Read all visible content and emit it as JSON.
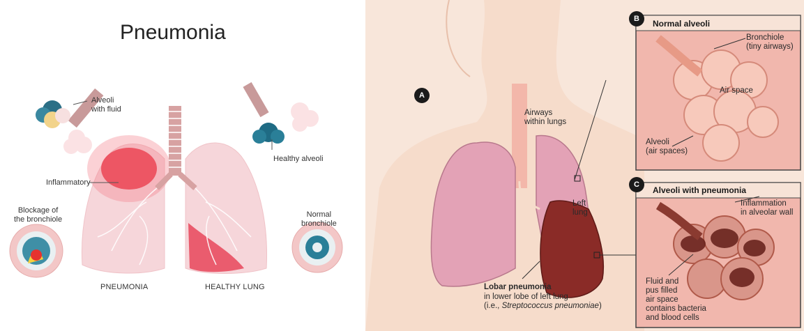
{
  "left": {
    "title": "Pneumonia",
    "alveoli_fluid": "Alveoli\nwith fluid",
    "healthy_alveoli": "Healthy alveoli",
    "inflammatory": "Inflammatory",
    "blockage": "Blockage of\nthe bronchiole",
    "normal_bronchiole": "Normal\nbronchiole",
    "caption_pneumonia": "PNEUMONIA",
    "caption_healthy": "HEALTHY LUNG"
  },
  "right": {
    "label_a": "A",
    "label_b": "B",
    "label_c": "C",
    "airways": "Airways\nwithin lungs",
    "left_lung": "Left\nlung",
    "lobar_title": "Lobar pneumonia",
    "lobar_line1": "in lower lobe of left lung",
    "lobar_line2_prefix": "(i.e., ",
    "lobar_line2_italic": "Streptococcus pneumoniae",
    "lobar_line2_suffix": ")",
    "normal_alveoli": "Normal alveoli",
    "bronchiole": "Bronchiole\n(tiny airways)",
    "air_space": "Air space",
    "alveoli_air": "Alveoli\n(air spaces)",
    "alveoli_pneumonia": "Alveoli with pneumonia",
    "inflammation": "Inflammation\nin alveolar wall",
    "fluid_pus": "Fluid and\npus filled\nair space\ncontains bacteria\nand blood cells"
  },
  "colors": {
    "lung_pink": "#f7d0d4",
    "inflamed_red": "#e8283a",
    "skin": "#f6dccb",
    "lung_right_panel": "#e3a2b6",
    "infected_lobe": "#8a2b27",
    "inset_bg": "#f1b7ad"
  }
}
